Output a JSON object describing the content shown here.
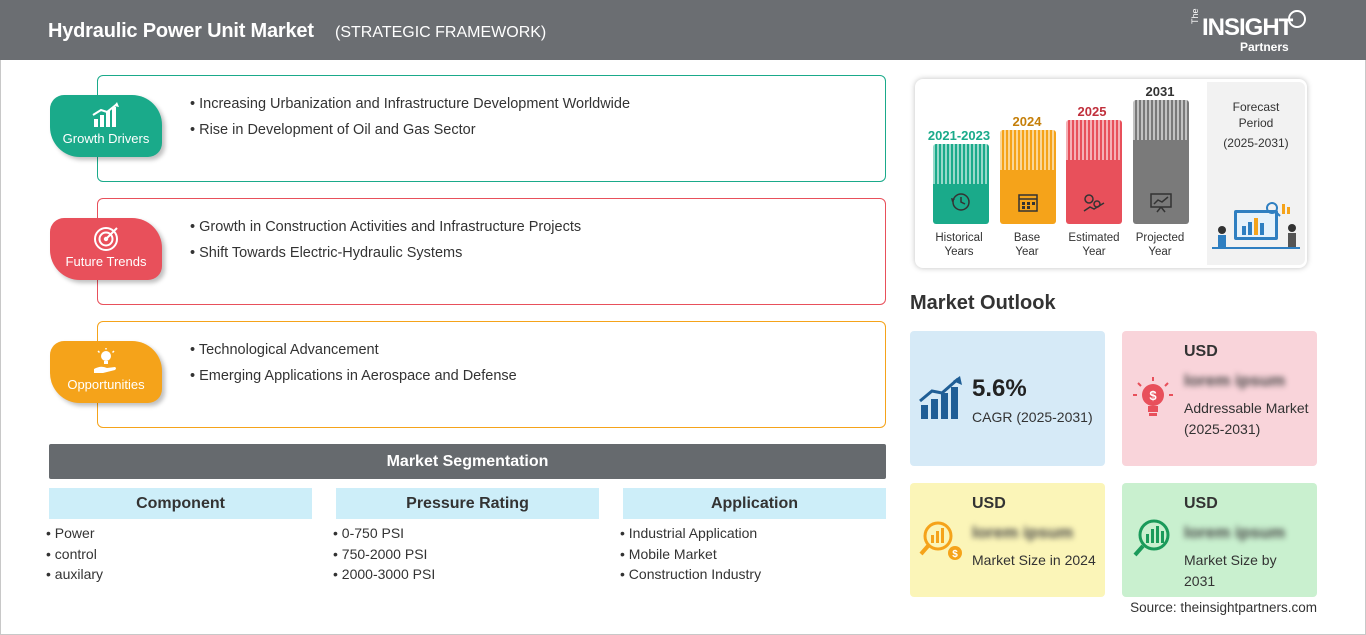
{
  "header": {
    "title": "Hydraulic Power Unit Market",
    "subtitle": "(STRATEGIC FRAMEWORK)",
    "logo": {
      "the": "The",
      "insight": "INSIGHT",
      "partners": "Partners"
    }
  },
  "factors": [
    {
      "label": "Growth Drivers",
      "color": "#1aaa8a",
      "icon": "bar-chart-growth-icon",
      "items": [
        "Increasing Urbanization and Infrastructure Development Worldwide",
        "Rise in Development of Oil and Gas Sector"
      ]
    },
    {
      "label": "Future Trends",
      "color": "#e8505b",
      "icon": "target-icon",
      "items": [
        "Growth in Construction Activities and Infrastructure Projects",
        "Shift Towards Electric-Hydraulic Systems"
      ]
    },
    {
      "label": "Opportunities",
      "color": "#f5a31a",
      "icon": "lightbulb-hand-icon",
      "items": [
        "Technological Advancement",
        "Emerging Applications in Aerospace and Defense"
      ]
    }
  ],
  "segmentation": {
    "title": "Market Segmentation",
    "columns": [
      {
        "header": "Component",
        "items": [
          "Power",
          "control",
          "auxilary"
        ]
      },
      {
        "header": "Pressure Rating",
        "items": [
          "0-750 PSI",
          "750-2000 PSI",
          "2000-3000 PSI"
        ]
      },
      {
        "header": "Application",
        "items": [
          "Industrial Application",
          "Mobile Market",
          "Construction Industry"
        ]
      }
    ]
  },
  "timeline": {
    "columns": [
      {
        "year": "2021-2023",
        "caption_1": "Historical",
        "caption_2": "Years",
        "color": "#1aaa8a",
        "icon": "history-clock-icon"
      },
      {
        "year": "2024",
        "caption_1": "Base",
        "caption_2": "Year",
        "color": "#f5a31a",
        "icon": "calendar-icon"
      },
      {
        "year": "2025",
        "caption_1": "Estimated",
        "caption_2": "Year",
        "color": "#e8505b",
        "icon": "gears-chart-icon"
      },
      {
        "year": "2031",
        "caption_1": "Projected",
        "caption_2": "Year",
        "color": "#7a7a7a",
        "icon": "presentation-chart-icon"
      }
    ],
    "forecast": {
      "line1": "Forecast",
      "line2": "Period",
      "line3": "(2025-2031)"
    }
  },
  "outlook": {
    "title": "Market Outlook",
    "cagr": {
      "value": "5.6%",
      "label": "CAGR (2025-2031)",
      "bg": "#d6eaf7",
      "icon": "growth-bars-icon"
    },
    "addressable": {
      "usd": "USD",
      "value": "lorem ipsum",
      "desc": "Addressable Market (2025-2031)",
      "bg": "#f9d4da",
      "icon": "lightbulb-dollar-icon"
    },
    "size2024": {
      "usd": "USD",
      "value": "lorem ipsum",
      "desc": "Market Size in 2024",
      "bg": "#fbf5b8",
      "icon": "magnifier-chart-icon"
    },
    "size2031": {
      "usd": "USD",
      "value": "lorem ipsum",
      "desc": "Market Size by 2031",
      "bg": "#c9f0cf",
      "icon": "magnifier-bars-icon"
    }
  },
  "source": "Source: theinsightpartners.com"
}
